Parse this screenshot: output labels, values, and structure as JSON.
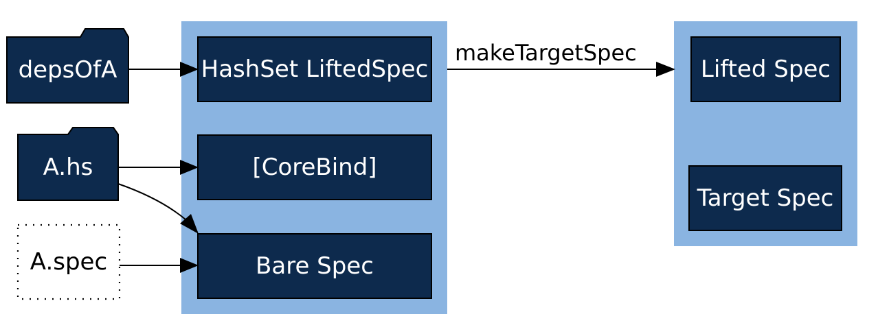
{
  "colors": {
    "cluster_fill": "#8ab4e1",
    "node_fill": "#0d2a4d",
    "node_text": "#ffffff",
    "edge": "#000000"
  },
  "inputs": {
    "deps": "depsOfA",
    "source": "A.hs",
    "spec_file": "A.spec"
  },
  "middle_cluster": {
    "lifted": "HashSet LiftedSpec",
    "core": "[CoreBind]",
    "bare": "Bare Spec"
  },
  "edge_label": "makeTargetSpec",
  "right_cluster": {
    "lifted": "Lifted Spec",
    "target": "Target Spec"
  }
}
